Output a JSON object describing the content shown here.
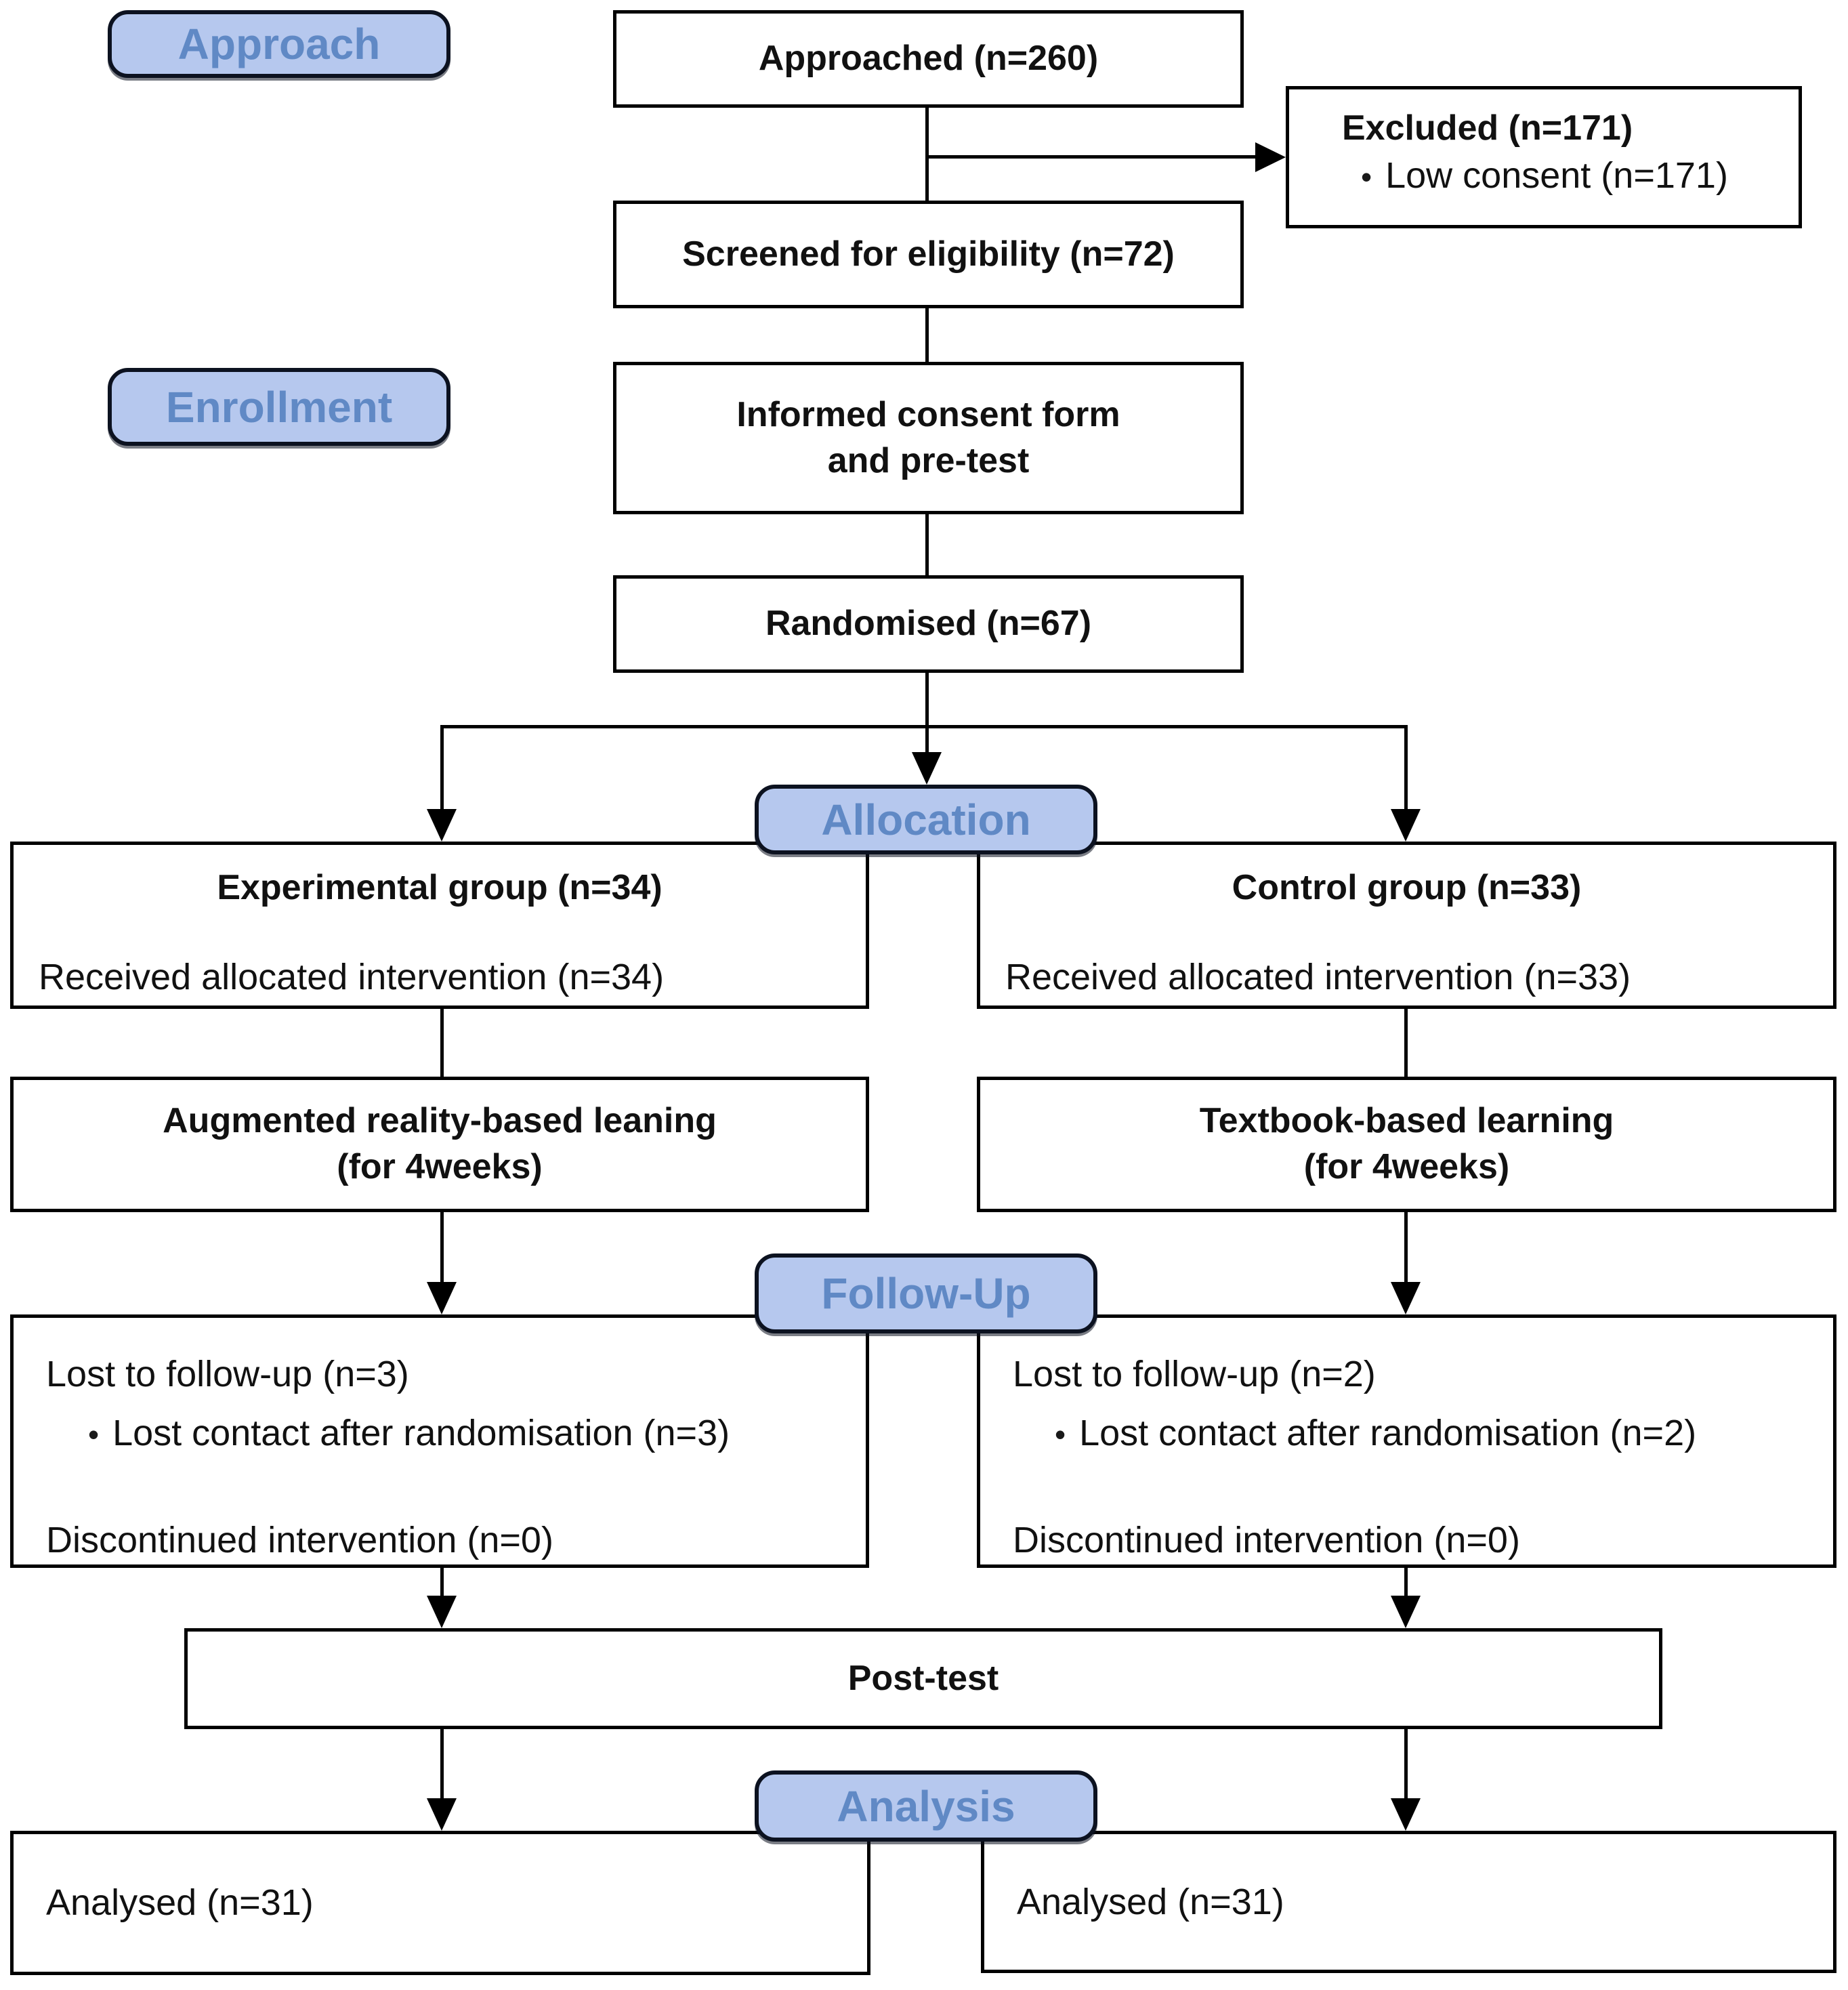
{
  "stages": {
    "approach": "Approach",
    "enrollment": "Enrollment",
    "allocation": "Allocation",
    "followup": "Follow-Up",
    "analysis": "Analysis"
  },
  "flow": {
    "approached": "Approached (n=260)",
    "excluded_title": "Excluded (n=171)",
    "excluded_bullet": "Low consent (n=171)",
    "screened": "Screened for eligibility (n=72)",
    "informed_line1": "Informed consent form",
    "informed_line2": "and pre-test",
    "randomised": "Randomised (n=67)",
    "experimental_title": "Experimental group (n=34)",
    "experimental_body": "Received allocated intervention (n=34)",
    "control_title": "Control group (n=33)",
    "control_body": "Received allocated intervention (n=33)",
    "ar_line1": "Augmented reality-based leaning",
    "ar_line2": "(for 4weeks)",
    "textbook_line1": "Textbook-based learning",
    "textbook_line2": "(for 4weeks)",
    "lost_left_line1": "Lost to follow-up (n=3)",
    "lost_left_bullet": "Lost contact after randomisation (n=3)",
    "lost_left_line3": "Discontinued intervention (n=0)",
    "lost_right_line1": "Lost to follow-up (n=2)",
    "lost_right_bullet": "Lost contact after randomisation (n=2)",
    "lost_right_line3": "Discontinued intervention (n=0)",
    "posttest": "Post-test",
    "analysed_left": "Analysed (n=31)",
    "analysed_right": "Analysed (n=31)"
  },
  "glyphs": {
    "bullet": "•"
  },
  "colors": {
    "stage_fill": "#b6c8ee",
    "stage_text": "#6089c5",
    "stage_border": "#0c1220",
    "box_border": "#000000",
    "line_color": "#000000",
    "page_bg": "#ffffff"
  }
}
